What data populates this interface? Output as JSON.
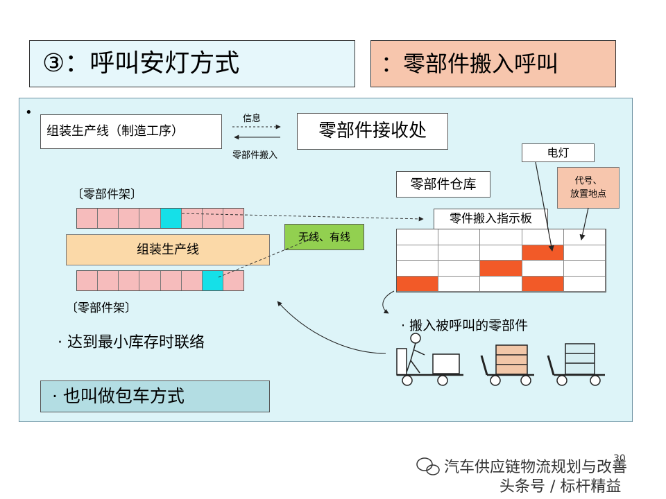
{
  "title": "③：呼叫安灯方式",
  "subtitle": "：零部件搬入呼叫",
  "diagram": {
    "bullet_mark": "•",
    "assembly_line_process": "组装生产线（制造工序）",
    "arrow_info": "信息",
    "arrow_parts_in": "零部件搬入",
    "receiving": "零部件接收处",
    "rack_label_top": "〔零部件架〕",
    "rack_label_bottom": "〔零部件架〕",
    "assembly_line": "组装生产线",
    "wireless": "无线、有线",
    "warehouse": "零部件仓库",
    "lamp": "电灯",
    "code_line1": "代号、",
    "code_line2": "放置地点",
    "board": "零件搬入指示板",
    "carry_called": "· 搬入被呼叫的零部件",
    "contact_min": "· 达到最小库存时联络",
    "also_called": "· 也叫做包车方式"
  },
  "footer": {
    "brand": "汽车供应链物流规划与改善",
    "source": "头条号 / 标杆精益",
    "page": "30"
  },
  "colors": {
    "title_bg": "#e6f7fb",
    "subtitle_bg": "#f7c6ad",
    "panel_bg": "#ddf4f8",
    "rack_cell": "#f6bcbc",
    "rack_highlight": "#15e0e8",
    "assembly_bg": "#fbd9a8",
    "wireless_bg": "#92d050",
    "lamp_on": "#f25a28",
    "also_bg": "#b3dde3"
  }
}
